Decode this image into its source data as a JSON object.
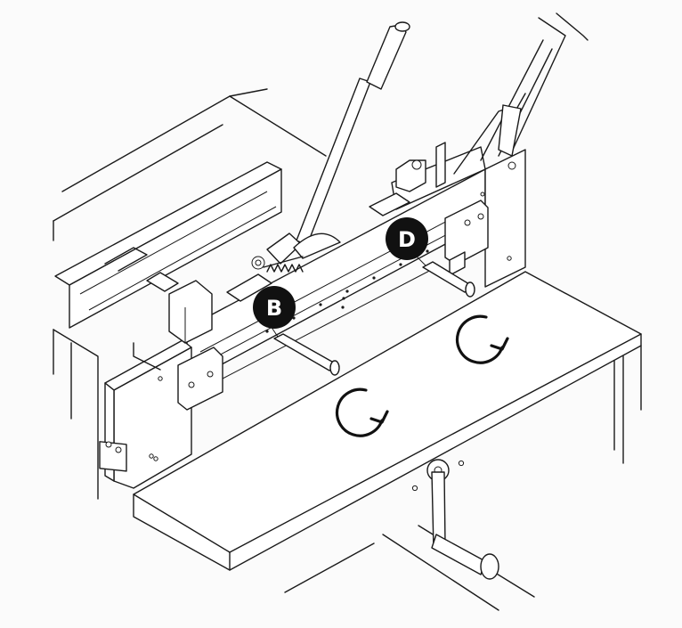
{
  "callouts": [
    {
      "id": "B",
      "label": "B"
    },
    {
      "id": "D",
      "label": "D"
    }
  ],
  "rotation_arrows": [
    {
      "direction": "clockwise"
    },
    {
      "direction": "clockwise"
    }
  ],
  "colors": {
    "line": "#1a1a1a",
    "callout_fill": "#111111",
    "callout_text": "#ffffff",
    "background": "#fbfbfb"
  }
}
